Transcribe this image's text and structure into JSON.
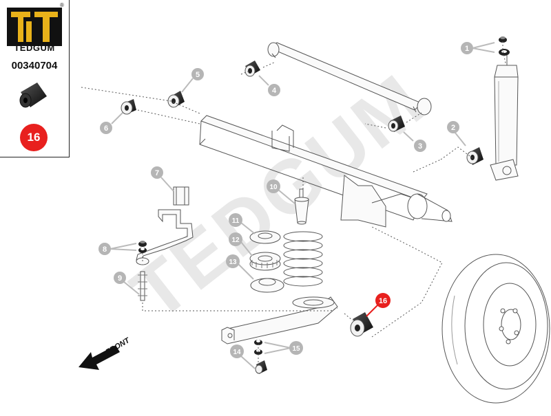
{
  "brand": {
    "name": "TEDGUM",
    "registered_mark": "®",
    "logo_lettering": "TT"
  },
  "part_number": "00340704",
  "highlight_number": "16",
  "watermark": "TEDGUM",
  "front_label": "FRONT",
  "callouts": [
    "1",
    "2",
    "3",
    "4",
    "5",
    "6",
    "7",
    "8",
    "9",
    "10",
    "11",
    "12",
    "13",
    "14",
    "15",
    "16"
  ],
  "colors": {
    "callout_gray": "#b5b5b5",
    "highlight_red": "#e8201e",
    "line": "#555555",
    "watermark": "#e6e6e6"
  }
}
